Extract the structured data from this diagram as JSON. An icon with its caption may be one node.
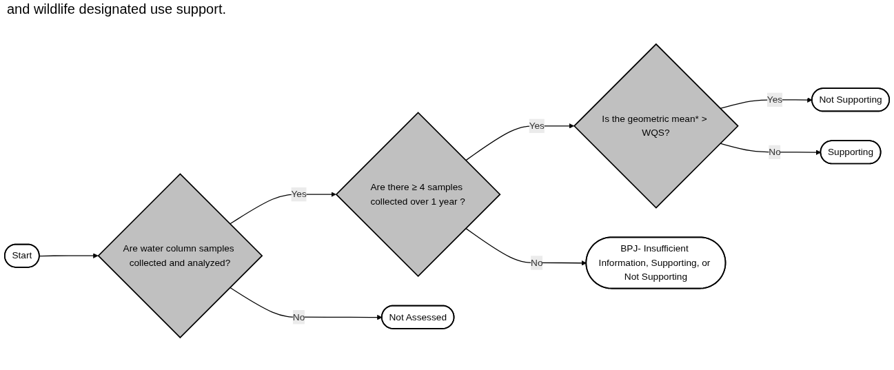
{
  "diagram": {
    "nodes": [
      {
        "text": [
          "Start"
        ]
      },
      {
        "text": [
          "Are water column samples collected and analyzed?"
        ]
      },
      {
        "text": [
          "Are there ≥ 4 samples collected over 1 year ?"
        ]
      },
      {
        "text": [
          "Is the geometric mean* > WQS?"
        ]
      },
      {
        "text": [
          "Not Supporting"
        ]
      },
      {
        "text": [
          "Not Assessed"
        ]
      },
      {
        "text": [
          "BPJ- Insufficient Information, Supporting, or Not Supporting"
        ]
      },
      {
        "text": [
          "Supporting"
        ]
      }
    ],
    "edges": [
      {
        "from": 0,
        "to": 1,
        "arrow": "to"
      },
      {
        "from": 1,
        "to": 2,
        "label": "Yes",
        "arrow": "to"
      },
      {
        "from": 2,
        "to": 3,
        "label": "Yes",
        "arrow": "to"
      },
      {
        "from": 3,
        "to": 4,
        "label": "Yes",
        "arrow": "to"
      },
      {
        "from": 1,
        "to": 5,
        "label": "No",
        "arrow": "to"
      },
      {
        "from": 2,
        "to": 6,
        "label": "No",
        "arrow": "to"
      },
      {
        "from": 3,
        "to": 7,
        "label": "No",
        "arrow": "to"
      }
    ],
    "labels": [
      "and wildlife designated use support."
    ]
  }
}
